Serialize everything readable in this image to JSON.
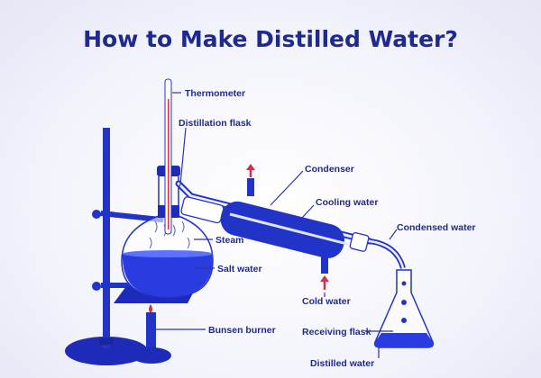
{
  "title": "How to Make Distilled Water?",
  "labels": {
    "thermometer": "Thermometer",
    "distillation_flask": "Distillation flask",
    "condenser": "Condenser",
    "cooling_water": "Cooling water",
    "condensed_water": "Condensed water",
    "steam": "Steam",
    "salt_water": "Salt water",
    "cold_water": "Cold water",
    "bunsen_burner": "Bunsen burner",
    "receiving_flask": "Receiving flask",
    "distilled_water": "Distilled water"
  },
  "colors": {
    "text": "#1f2a8f",
    "apparatus": "#2233c8",
    "water": "#2a3be0",
    "arrow": "#d0304a"
  }
}
